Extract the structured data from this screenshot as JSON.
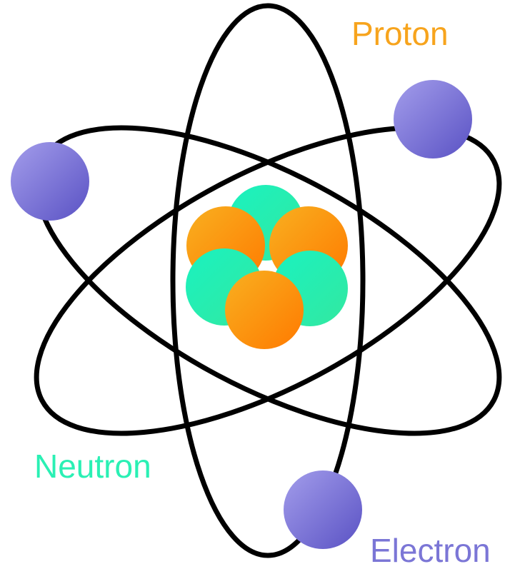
{
  "labels": {
    "proton": "Proton",
    "neutron": "Neutron",
    "electron": "Electron"
  },
  "colors": {
    "proton": "#F7A41D",
    "neutron": "#2AF0B4",
    "electron": "#7B76D6",
    "orbit": "#000000",
    "background": "#FFFFFF"
  },
  "particles": {
    "protons": 3,
    "neutrons": 3,
    "electrons": 3
  },
  "orbits": 3
}
